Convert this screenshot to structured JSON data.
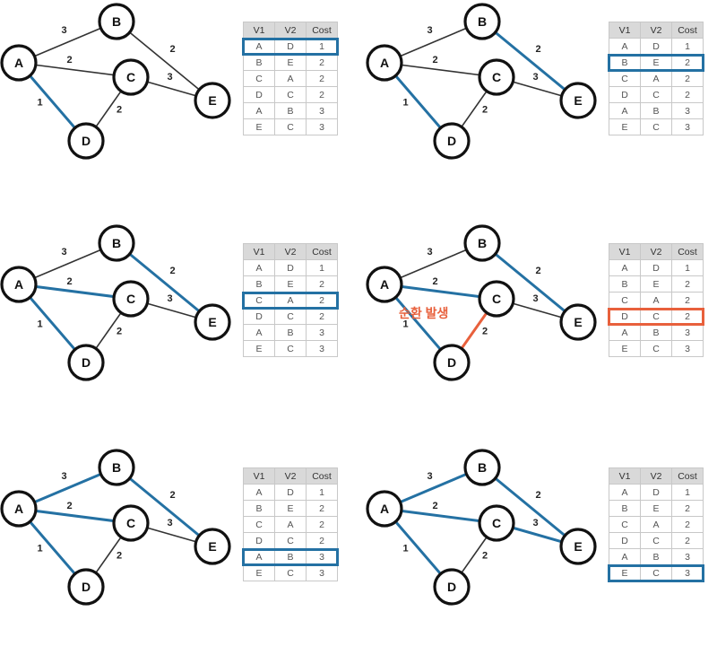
{
  "nodes": [
    {
      "id": "A",
      "label": "A"
    },
    {
      "id": "B",
      "label": "B"
    },
    {
      "id": "C",
      "label": "C"
    },
    {
      "id": "D",
      "label": "D"
    },
    {
      "id": "E",
      "label": "E"
    }
  ],
  "edges": [
    {
      "from": "A",
      "to": "B",
      "weight": "3"
    },
    {
      "from": "A",
      "to": "C",
      "weight": "2"
    },
    {
      "from": "A",
      "to": "D",
      "weight": "1"
    },
    {
      "from": "B",
      "to": "E",
      "weight": "2"
    },
    {
      "from": "C",
      "to": "E",
      "weight": "3"
    },
    {
      "from": "C",
      "to": "D",
      "weight": "2"
    }
  ],
  "table": {
    "headers": [
      "V1",
      "V2",
      "Cost"
    ],
    "rows": [
      [
        "A",
        "D",
        "1"
      ],
      [
        "B",
        "E",
        "2"
      ],
      [
        "C",
        "A",
        "2"
      ],
      [
        "D",
        "C",
        "2"
      ],
      [
        "A",
        "B",
        "3"
      ],
      [
        "E",
        "C",
        "3"
      ]
    ]
  },
  "colors": {
    "tree": "#2471a3",
    "cycle": "#e8603c",
    "edge": "#333333"
  },
  "steps": [
    {
      "tree": [
        "A-D"
      ],
      "cycle": [],
      "highlight_row": 0,
      "highlight_color": "blue",
      "note": ""
    },
    {
      "tree": [
        "A-D",
        "B-E"
      ],
      "cycle": [],
      "highlight_row": 1,
      "highlight_color": "blue",
      "note": ""
    },
    {
      "tree": [
        "A-D",
        "B-E",
        "A-C"
      ],
      "cycle": [],
      "highlight_row": 2,
      "highlight_color": "blue",
      "note": ""
    },
    {
      "tree": [
        "A-D",
        "B-E",
        "A-C"
      ],
      "cycle": [
        "C-D"
      ],
      "highlight_row": 3,
      "highlight_color": "red",
      "note": "순환 발생"
    },
    {
      "tree": [
        "A-D",
        "B-E",
        "A-C",
        "A-B"
      ],
      "cycle": [],
      "highlight_row": 4,
      "highlight_color": "blue",
      "note": ""
    },
    {
      "tree": [
        "A-D",
        "B-E",
        "A-C",
        "A-B",
        "C-E"
      ],
      "cycle": [],
      "highlight_row": 5,
      "highlight_color": "blue",
      "note": ""
    }
  ]
}
